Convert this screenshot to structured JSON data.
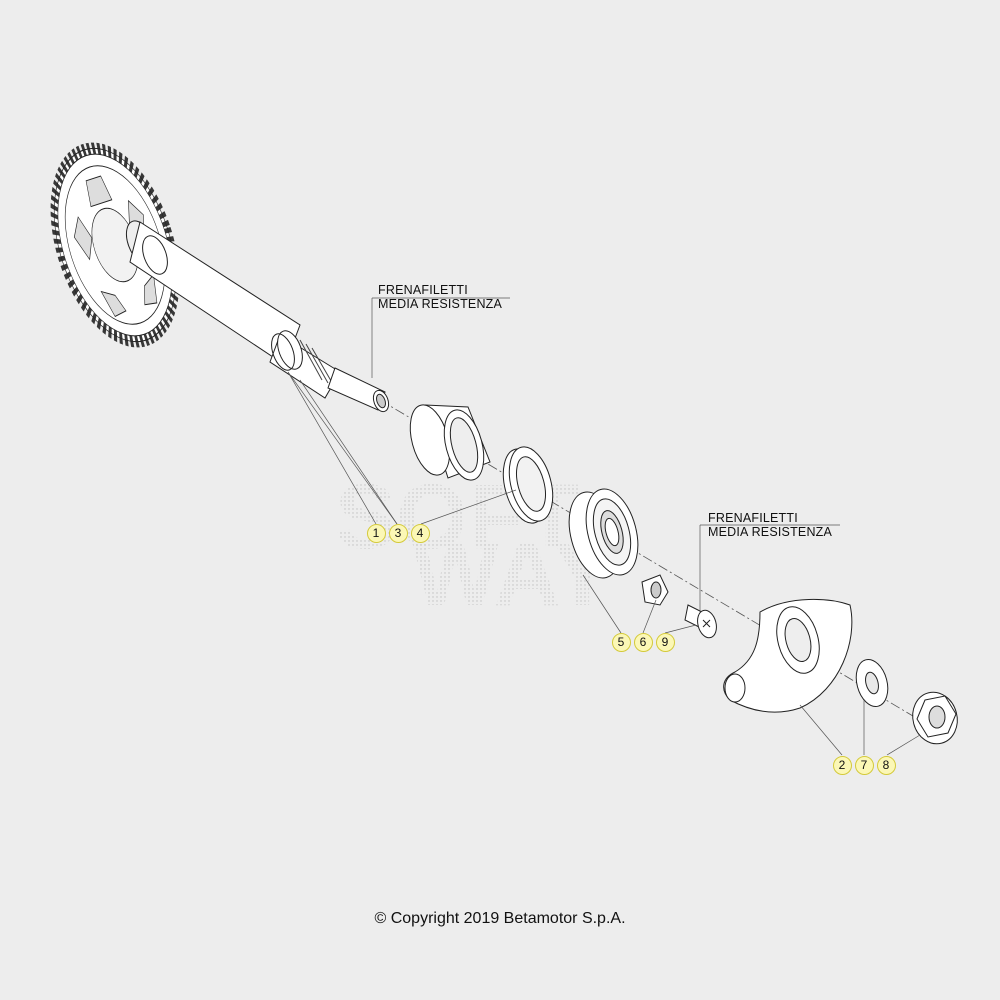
{
  "notes": [
    {
      "line1": "FRENAFILETTI",
      "line2": "MEDIA RESISTENZA"
    },
    {
      "line1": "FRENAFILETTI",
      "line2": "MEDIA RESISTENZA"
    }
  ],
  "callouts": [
    "1",
    "3",
    "4",
    "5",
    "6",
    "9",
    "2",
    "7",
    "8"
  ],
  "watermark": "SOFTWAY",
  "copyright": "© Copyright 2019 Betamotor S.p.A.",
  "colors": {
    "background": "#ededed",
    "callout_fill": "#fbf7b6",
    "callout_border": "#d4ca3a",
    "line": "#222222"
  }
}
